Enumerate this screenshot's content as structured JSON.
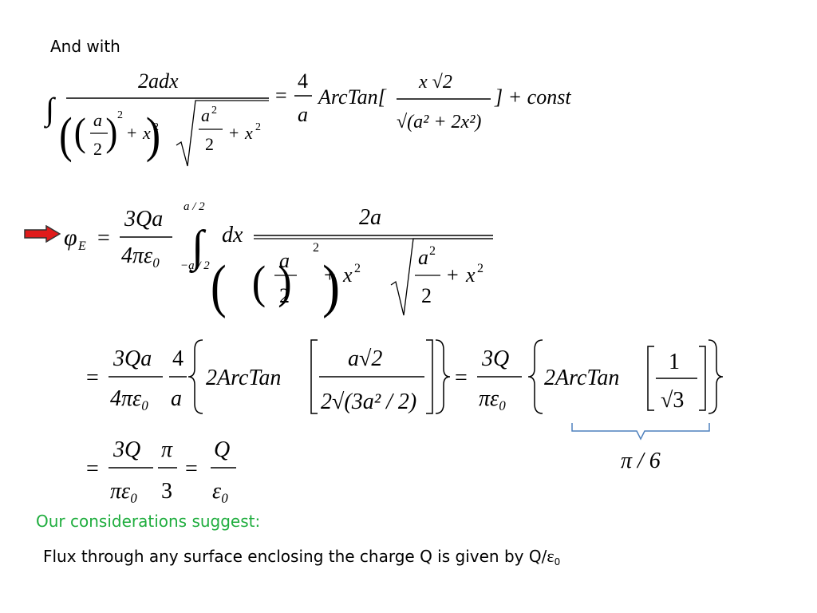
{
  "intro_text": "And with",
  "eq1": {
    "integral": "∫",
    "numerator": "2adx",
    "rhs_num": "4",
    "rhs_den": "a",
    "arctan": "ArcTan[",
    "arg_num": "x √2",
    "arg_den": "√(a² + 2x²)",
    "close": "] + const"
  },
  "eq2": {
    "lhs": "φ",
    "lhs_sub": "E",
    "equals": "=",
    "coef_num": "3Qa",
    "coef_den": "4πε₀",
    "upper_limit": "a / 2",
    "lower_limit": "−a / 2",
    "dx": "dx",
    "integrand_num": "2a"
  },
  "eq3": {
    "coef_num": "3Qa",
    "coef_den": "4πε₀",
    "frac2_num": "4",
    "frac2_den": "a",
    "arctan": "2ArcTan",
    "arg_num": "a√2",
    "arg_den": "2√(3a² / 2)",
    "rhs_coef_num": "3Q",
    "rhs_coef_den": "πε₀",
    "rhs_arctan": "2ArcTan",
    "rhs_arg_num": "1",
    "rhs_arg_den": "√3"
  },
  "eq4": {
    "coef_num": "3Q",
    "coef_den": "πε₀",
    "pi_num": "π",
    "pi_den": "3",
    "result_num": "Q",
    "result_den": "ε₀"
  },
  "brace_label": "π / 6",
  "considerations": "Our considerations suggest:",
  "conclusion_text": "Flux through any surface enclosing the charge Q is given by Q/",
  "conclusion_eps": "ε",
  "conclusion_sub": "0"
}
